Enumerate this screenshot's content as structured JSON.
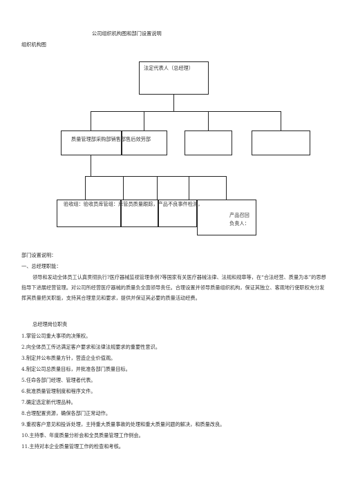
{
  "header": {
    "doc_title": "公司组织机构图和部门设置说明",
    "org_chart_heading": "组织机构图"
  },
  "chart": {
    "top_box": "法定代表人（总经理）",
    "row2_label": "质量管理部采购部销售部售后效劳部",
    "row3_label": "验收组：验收员库管组：库管员质量跟踪，产品不良事件检测，",
    "recall_label_line1": "产品召回",
    "recall_label_line2": "负责人："
  },
  "section": {
    "title": "部门设置说明：",
    "gm_title": "一、总经理职能：",
    "gm_para": "领导和发动全体员工认真贯彻执行?医疗器械监视管理条例?等国家有关医疗器械法律、法规和规章等，在“合法经营、质量为本”的思想指导下进展经营管理。对公司所经营医疗器械的质量负全面领导责任。合理设置并领导质量组织机构，保证其独立、客观地行使职权充分发挥其质量把关职能，支持其合理意见和要求，提供并保证其必要的质量活动经费。",
    "duties_title": "总经理岗位职责",
    "duties": [
      "1.掌管公司重大事项的决策权。",
      "2.向全体员工传达满足客户要求和法律法规要求的重要性意识。",
      "3.制定并公布质量方针，营造企业价值观。",
      "4.制定公司总质量目标，并批准各部门质量目标。",
      "5.任命各部门经理、管理者代表。",
      "6.批准质量管理制度和程序文件。",
      "7.确定选定新代理品种。",
      "8.合理配置资源，确保各部门正常动作。",
      "9.重视客户意见和投诉处理，主持重大质量事故的处理和重大质量问题的解决，和质量改良。",
      "10.主持季、年度质量分析会和全员质量管理工作例会。",
      "11.主持对本企业质量管理工作的检查和考核。"
    ]
  }
}
